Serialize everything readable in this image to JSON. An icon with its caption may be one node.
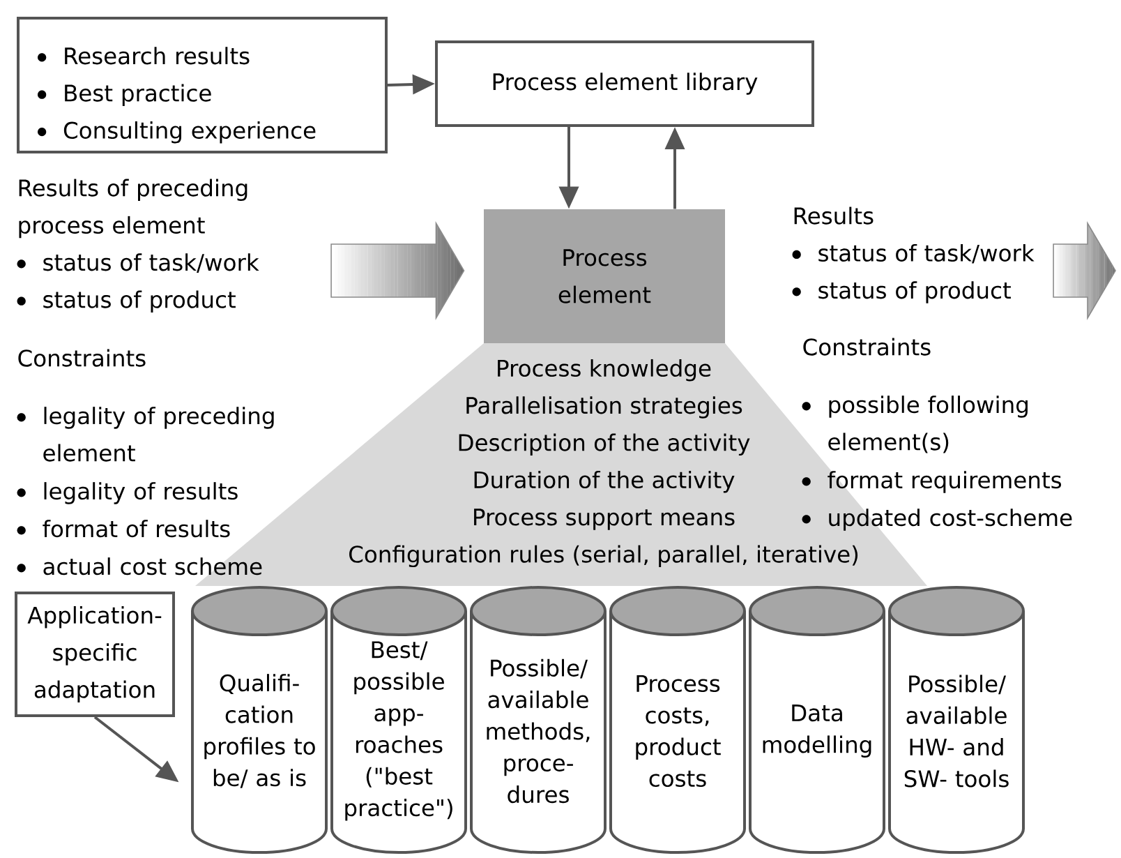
{
  "diagram": {
    "nodes": [
      {
        "text": [
          "Research results",
          "Best practice",
          "Consulting experience"
        ]
      },
      {
        "text": [
          "Process element library"
        ]
      },
      {
        "text": [
          "Process element"
        ]
      },
      {
        "text": [
          "Process knowledge",
          "Parallelisation strategies",
          "Description of the activity",
          "Duration of the activity",
          "Process support means",
          "Configuration rules (serial, parallel, iterative)"
        ]
      },
      {
        "text": [
          "Application- specific adaptation"
        ]
      },
      {
        "text": [
          "Qualifi- cation profiles to be/ as is"
        ]
      },
      {
        "text": [
          "Best/ possible app- roaches (\"best practice\")"
        ]
      },
      {
        "text": [
          "Possible/ available methods, proce- dures"
        ]
      },
      {
        "text": [
          "Process costs, product costs"
        ]
      },
      {
        "text": [
          "Data modelling"
        ]
      },
      {
        "text": [
          "Possible/ available HW- and SW- tools"
        ]
      },
      {
        "text": [
          "Results of preceding process element",
          "status of task/work",
          "status of product"
        ]
      },
      {
        "text": [
          "Results",
          "status of task/work",
          "status of product"
        ]
      }
    ],
    "edges": [
      {
        "from": 0,
        "to": 1,
        "arrow": "to"
      },
      {
        "from": 1,
        "to": 2,
        "arrow": "to"
      },
      {
        "from": 2,
        "to": 1,
        "arrow": "to"
      },
      {
        "from": 4,
        "to": 5,
        "arrow": "to"
      },
      {
        "from": 11,
        "to": 2,
        "arrow": "to",
        "style": "thick"
      },
      {
        "from": 12,
        "to": null,
        "arrow": "to",
        "style": "thick"
      }
    ],
    "labels": [
      "Constraints",
      "legality of preceding element",
      "legality of results",
      "format of results",
      "actual cost scheme",
      "Constraints",
      "possible following element(s)",
      "format requirements",
      "updated cost-scheme"
    ]
  }
}
